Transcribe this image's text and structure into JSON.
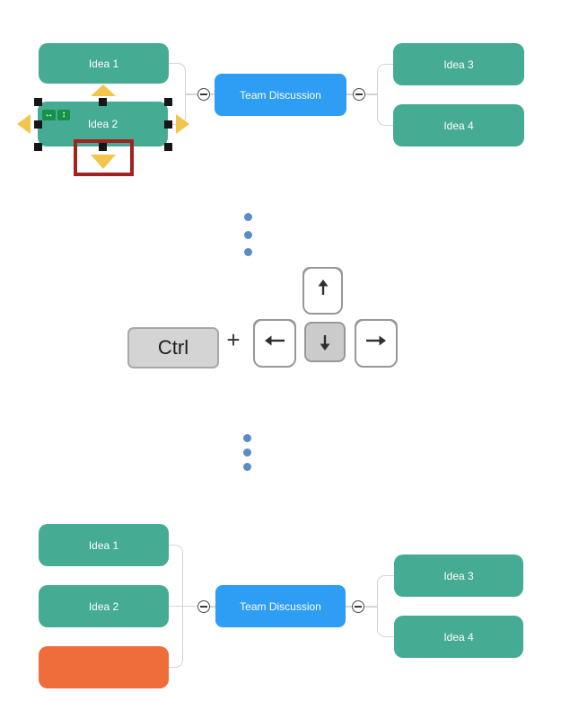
{
  "colors": {
    "topic_green": "#45ab93",
    "root_blue": "#2e9df4",
    "new_node_orange": "#ef6c3b",
    "direction_arrow_yellow": "#f3c54a",
    "highlight_red": "#a32121",
    "ellipsis_blue": "#5a8cc6",
    "key_gray": "#d4d4d4",
    "connector_gray": "#d4d4d4"
  },
  "diagram_before": {
    "root": {
      "label": "Team Discussion"
    },
    "left_children": [
      {
        "label": "Idea 1"
      },
      {
        "label": "Idea 2",
        "selected": true
      }
    ],
    "right_children": [
      {
        "label": "Idea 3"
      },
      {
        "label": "Idea 4"
      }
    ],
    "selection": {
      "resize_icons": [
        {
          "name": "resize-width-icon",
          "glyph": "↔"
        },
        {
          "name": "resize-height-icon",
          "glyph": "↕"
        }
      ],
      "direction_arrows": [
        "up",
        "left",
        "right",
        "down"
      ],
      "highlighted_arrow": "down"
    }
  },
  "ellipsis_top": {
    "dot_count": 3
  },
  "shortcut": {
    "modifier_key_label": "Ctrl",
    "separator": "+",
    "keys": [
      {
        "name": "arrow-up-key",
        "pressed": false
      },
      {
        "name": "arrow-left-key",
        "pressed": false
      },
      {
        "name": "arrow-down-key",
        "pressed": true
      },
      {
        "name": "arrow-right-key",
        "pressed": false
      }
    ]
  },
  "ellipsis_bottom": {
    "dot_count": 3
  },
  "diagram_after": {
    "root": {
      "label": "Team Discussion"
    },
    "left_children": [
      {
        "label": "Idea 1"
      },
      {
        "label": "Idea 2"
      },
      {
        "label": "",
        "is_new": true
      }
    ],
    "right_children": [
      {
        "label": "Idea 3"
      },
      {
        "label": "Idea 4"
      }
    ]
  }
}
